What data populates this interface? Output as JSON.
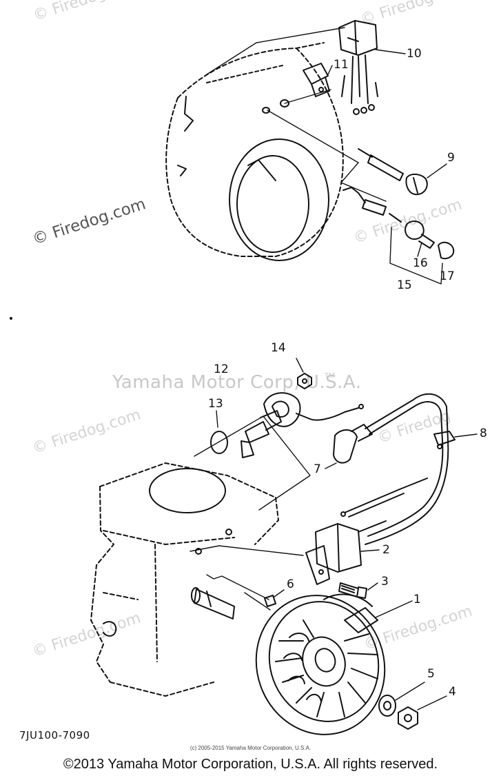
{
  "watermarks": {
    "site": "© Firedog.com",
    "site_partial": "© Firedog",
    "brand": "Yamaha Motor Corp, U.S.A.",
    "trademark": "TM"
  },
  "callouts": [
    "1",
    "2",
    "3",
    "4",
    "5",
    "6",
    "7",
    "8",
    "9",
    "10",
    "11",
    "12",
    "13",
    "14",
    "15",
    "16",
    "17"
  ],
  "diagram_code": "7JU100-7090",
  "footer": {
    "small_copyright": "(c) 2005-2015 Yamaha Motor Corporation, U.S.A.",
    "copyright": "©2013 Yamaha Motor Corporation, U.S.A. All rights reserved."
  }
}
